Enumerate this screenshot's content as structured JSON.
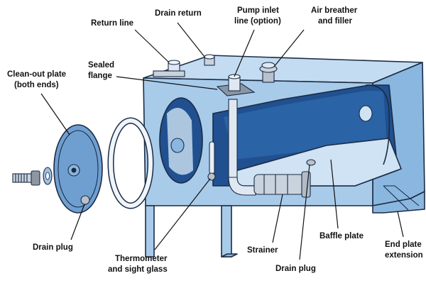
{
  "labels": {
    "return_line": "Return line",
    "drain_return": "Drain return",
    "pump_inlet_1": "Pump inlet",
    "pump_inlet_2": "line (option)",
    "air_breather_1": "Air breather",
    "air_breather_2": "and filler",
    "clean_out_1": "Clean-out plate",
    "clean_out_2": "(both ends)",
    "sealed_flange_1": "Sealed",
    "sealed_flange_2": "flange",
    "drain_plug_left": "Drain plug",
    "thermometer_1": "Thermometer",
    "thermometer_2": "and sight glass",
    "strainer": "Strainer",
    "baffle_plate": "Baffle plate",
    "end_plate_1": "End plate",
    "end_plate_2": "extension",
    "drain_plug_bottom": "Drain plug"
  },
  "colors": {
    "tank_light": "#a8cbea",
    "tank_top": "#c3dcf2",
    "tank_side": "#8ab7e0",
    "interior_dark": "#20508f",
    "interior_back": "#2a63a6",
    "baffle": "#d0e3f4",
    "plate": "#6f9fd0",
    "ring": "#f0f5fb",
    "metal": "#b9c2cc",
    "metal_dark": "#555f6a",
    "outline": "#1b2b44"
  }
}
